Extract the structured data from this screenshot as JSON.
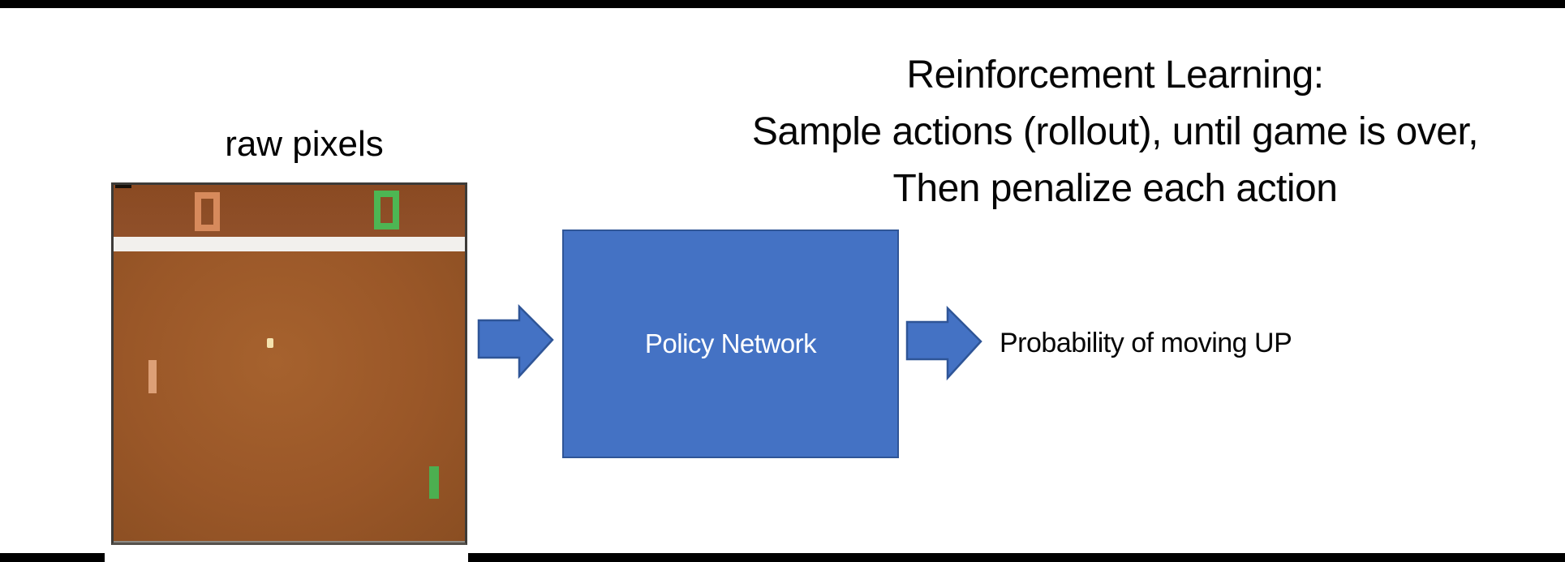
{
  "slide": {
    "title_lines": [
      "Reinforcement Learning:",
      "Sample actions (rollout), until game is over,",
      "Then penalize each action"
    ],
    "raw_pixels_label": "raw pixels",
    "policy_box_label": "Policy Network",
    "output_label": "Probability of moving UP"
  },
  "game_screen": {
    "left_score": "0",
    "right_score": "0"
  },
  "colors": {
    "arrow_and_box_blue": "#4472C4",
    "blue_outline": "#2F5597",
    "scoreboard_brown": "#8D4C23",
    "playfield_brown": "#9A5728",
    "left_score_orange": "#D78A5C",
    "right_score_green": "#4DB653",
    "left_paddle_tan": "#DDA077",
    "right_paddle_green": "#4CAF50",
    "ball_cream": "#F4E2AE",
    "divider_white": "#F2F0ED",
    "letterbox_black": "#000000"
  }
}
